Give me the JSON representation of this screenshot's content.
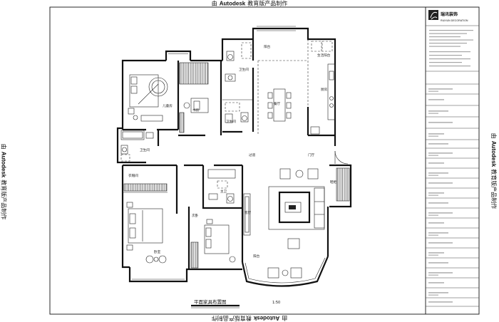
{
  "watermark": {
    "prefix": "由",
    "brand": "Autodesk",
    "suffix": "教育版产品制作"
  },
  "drawing": {
    "title": "平面家具布置图",
    "scale": "1:50"
  },
  "title_block": {
    "company_cn": "瑞讯装饰",
    "company_en": "RUIXUN DECORATION"
  },
  "rooms": {
    "balcony_north": "阳台",
    "service_balcony": "生活阳台",
    "kitchen": "厨房",
    "dining": "餐厅",
    "kids_room": "儿童房",
    "study": "书房",
    "bathroom_north": "卫生间",
    "bathroom_guest": "卫生间",
    "bathroom_west": "卫生间",
    "corridor": "过道",
    "foyer": "门厅",
    "shoe_cabinet": "鞋柜",
    "walk_in_closet": "衣帽间",
    "master_bath": "主卫",
    "second_bedroom": "次卧",
    "master_bedroom": "卧室",
    "living_room": "客厅",
    "balcony_south": "阳台"
  }
}
